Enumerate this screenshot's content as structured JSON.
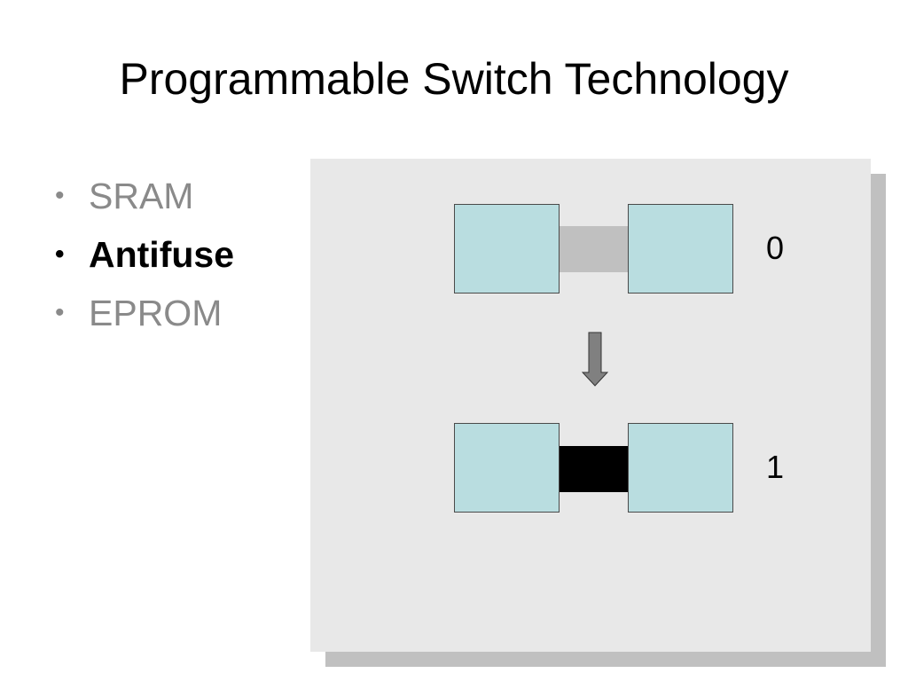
{
  "slide": {
    "title": "Programmable Switch Technology"
  },
  "bullets": {
    "marker": "•",
    "items": [
      {
        "label": "SRAM",
        "state": "dim"
      },
      {
        "label": "Antifuse",
        "state": "active"
      },
      {
        "label": "EPROM",
        "state": "dim"
      }
    ]
  },
  "diagram": {
    "top_state_label": "0",
    "bottom_state_label": "1",
    "colors": {
      "panel": "#e8e8e8",
      "panel_shadow": "#c0c0c0",
      "block_fill": "#b9dde0",
      "link_unprogrammed": "#c0c0c0",
      "link_programmed": "#000000",
      "arrow": "#808080"
    },
    "arrow_icon": "down-arrow-icon"
  }
}
